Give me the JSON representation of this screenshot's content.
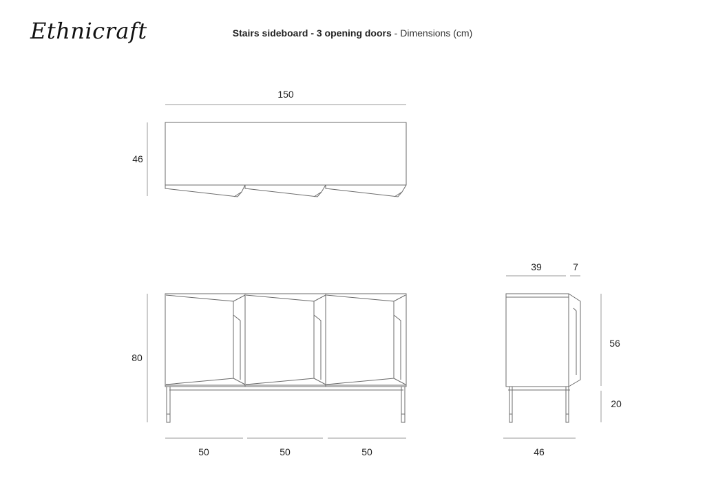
{
  "header": {
    "logo": "Ethnicraft",
    "title_bold": "Stairs sideboard - 3 opening doors",
    "title_sep": " - ",
    "title_light": "Dimensions (cm)"
  },
  "top_view": {
    "width": "150",
    "depth": "46"
  },
  "front_view": {
    "height": "80",
    "section_widths": [
      "50",
      "50",
      "50"
    ]
  },
  "side_view": {
    "body_depth": "39",
    "door_depth": "7",
    "body_height": "56",
    "leg_height": "20",
    "total_depth": "46"
  }
}
